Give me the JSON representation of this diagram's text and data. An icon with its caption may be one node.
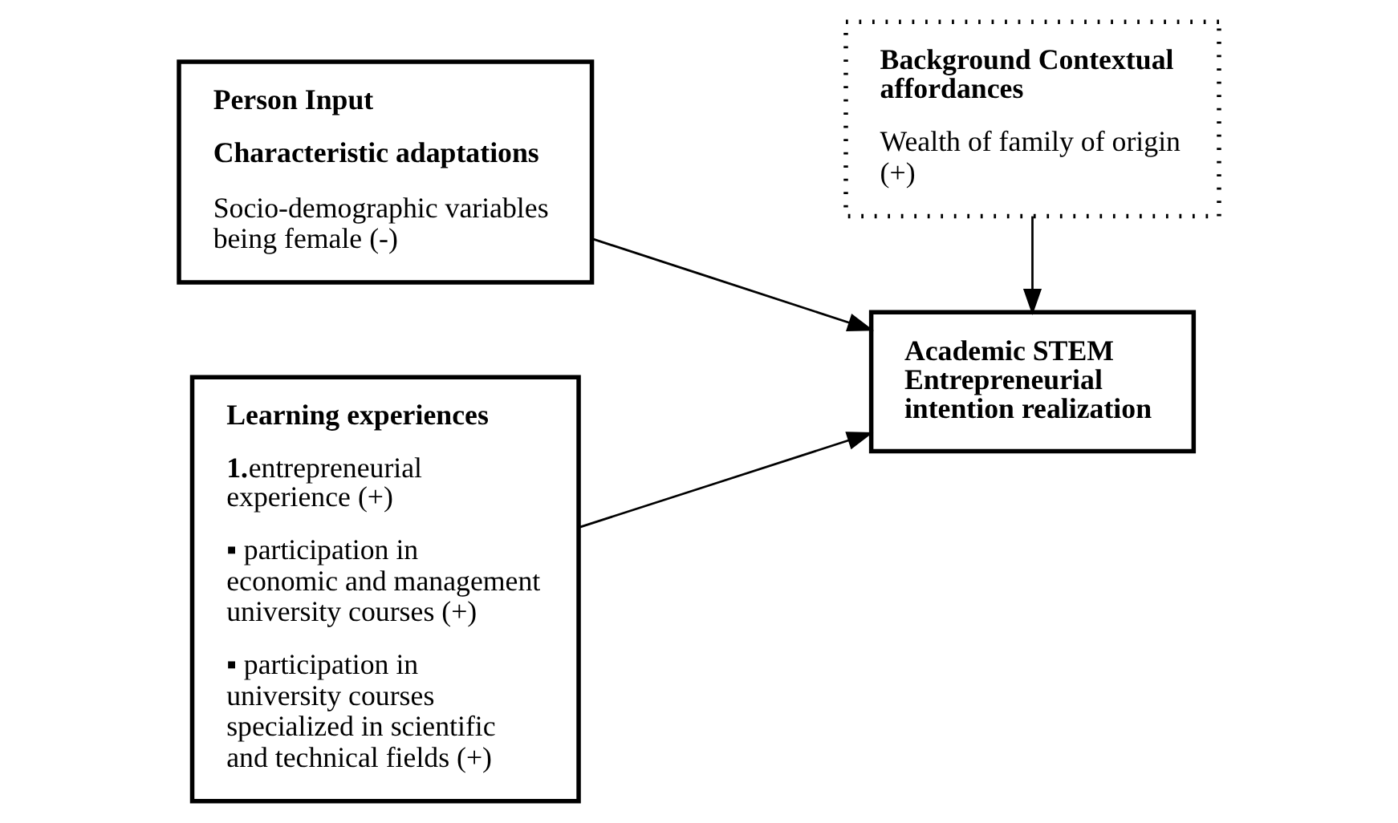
{
  "diagram": {
    "nodes": [
      {
        "text": [
          "Person Input",
          "Characteristic adaptations",
          "Socio-demographic variables being female (-)"
        ]
      },
      {
        "text": [
          "Background Contextual affordances",
          "Wealth of family of origin (+)"
        ]
      },
      {
        "text": [
          "Learning experiences",
          "**1.**entrepreneurial experience (+)",
          "▪ participation in economic and management university courses (+)",
          "▪ participation in university courses specialized in scientific and technical fields (+)"
        ]
      },
      {
        "text": [
          "Academic STEM Entrepreneurial intention realization"
        ]
      }
    ],
    "edges": [
      {
        "from": 0,
        "to": 3,
        "arrow": "to"
      },
      {
        "from": 1,
        "to": 3,
        "arrow": "to"
      },
      {
        "from": 2,
        "to": 3,
        "arrow": "to"
      }
    ]
  }
}
